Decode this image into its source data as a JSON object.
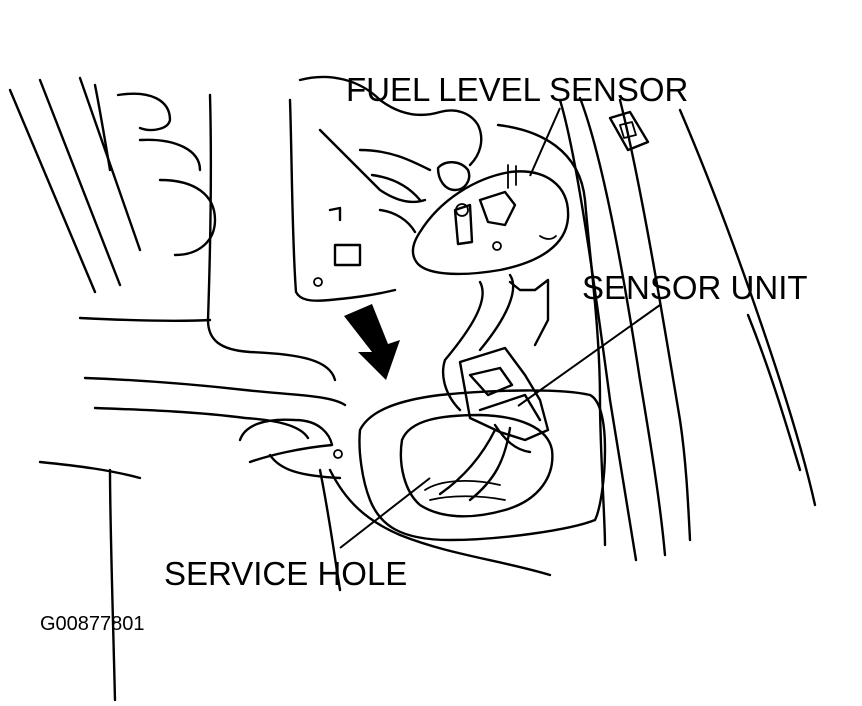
{
  "diagram": {
    "labels": {
      "fuel_level_sensor": "FUEL LEVEL SENSOR",
      "sensor_unit": "SENSOR UNIT",
      "service_hole": "SERVICE HOLE"
    },
    "figure_code": "G00877801"
  }
}
